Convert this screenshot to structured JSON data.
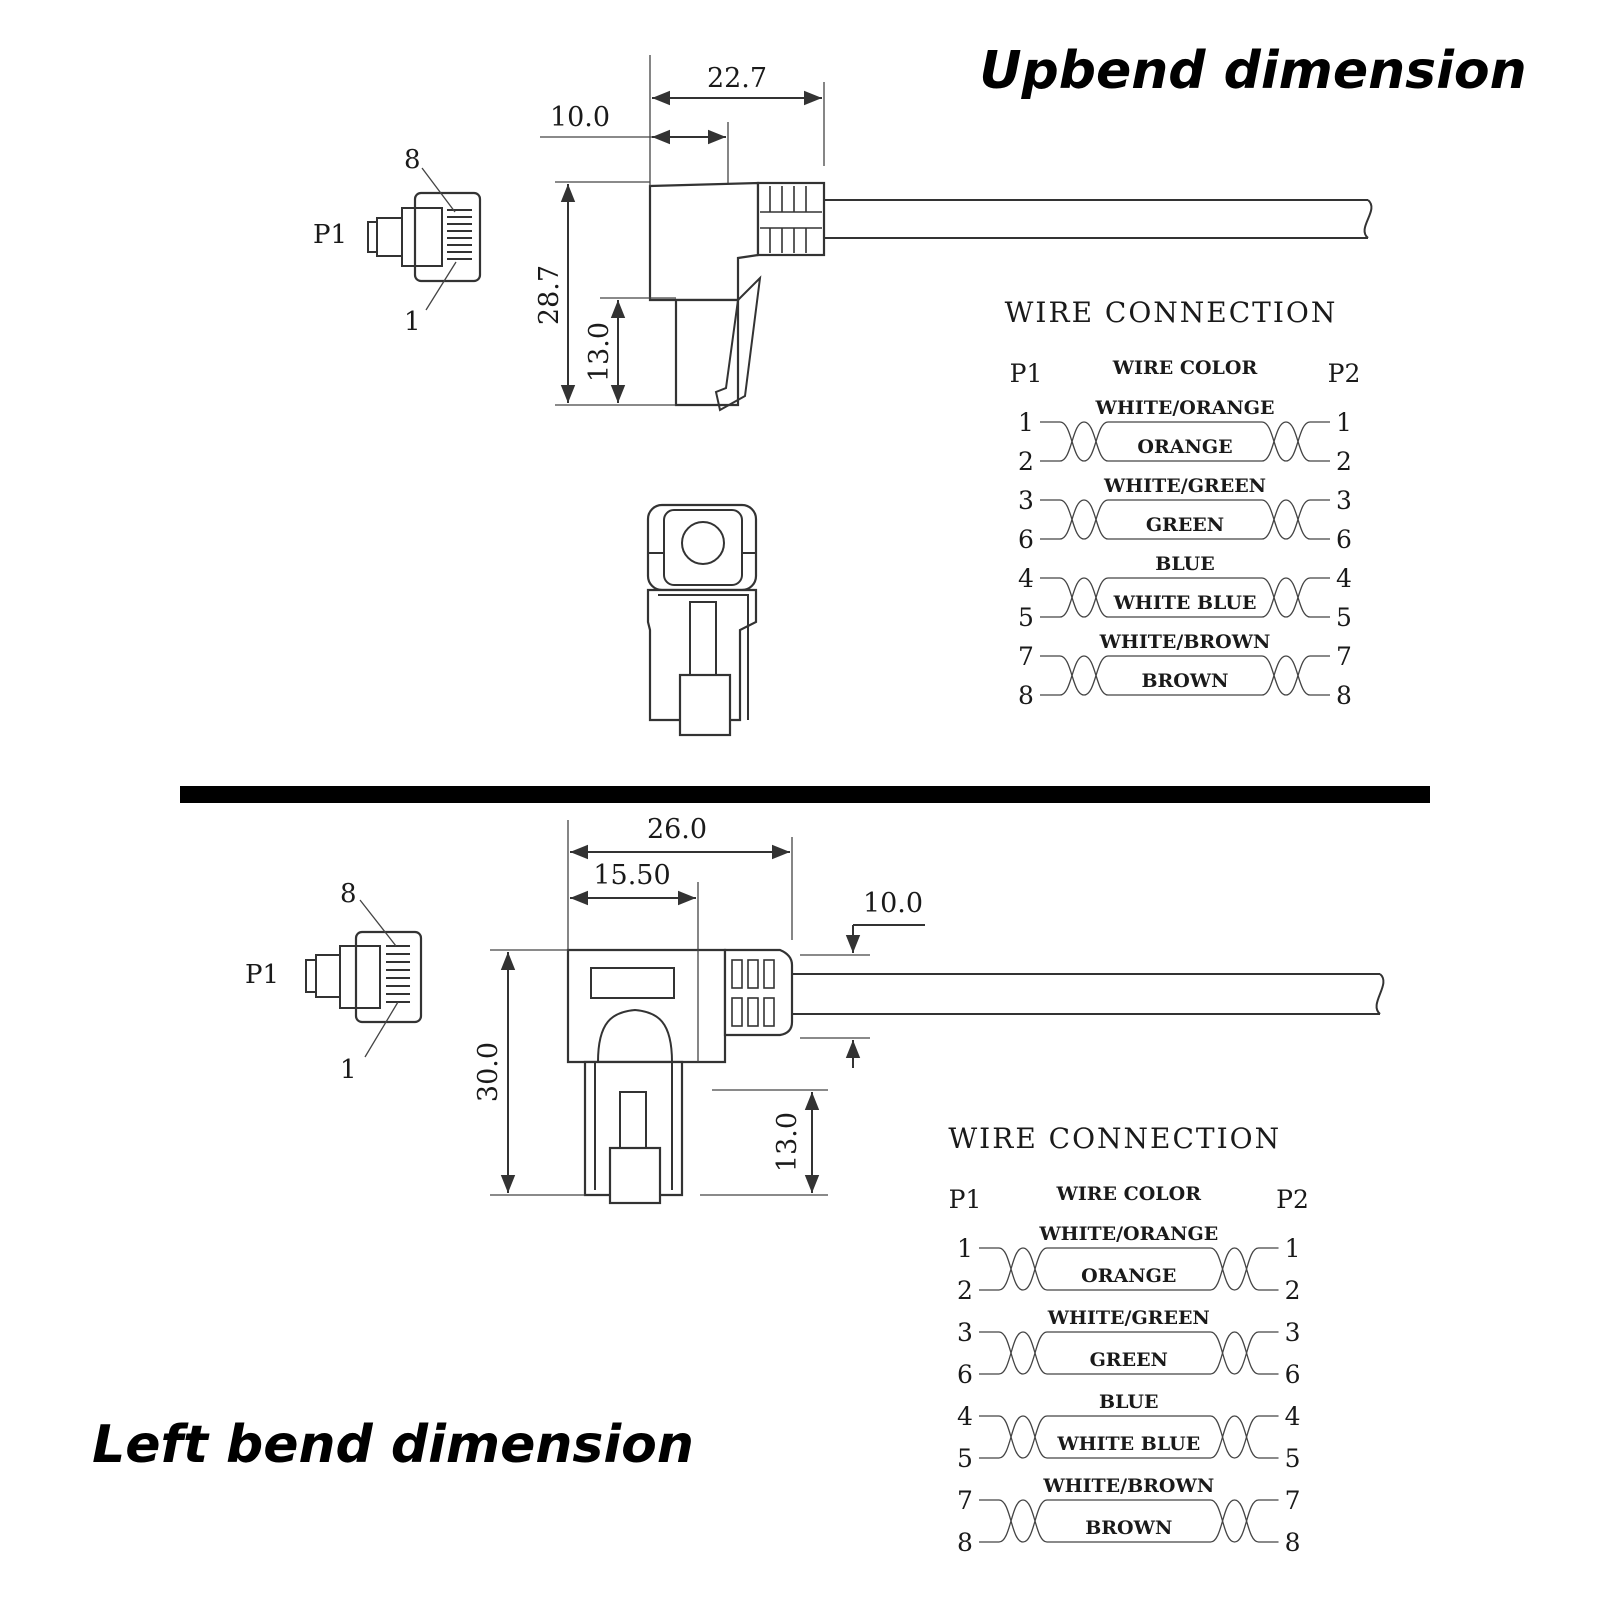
{
  "titles": {
    "upbend": "Upbend dimension",
    "leftbend": "Left bend dimension"
  },
  "upbend": {
    "plug_label": "P1",
    "pin_top": "8",
    "pin_bottom": "1",
    "dims": {
      "width_total": "22.7",
      "width_front": "10.0",
      "height_total": "28.7",
      "height_plug": "13.0"
    }
  },
  "leftbend": {
    "plug_label": "P1",
    "pin_top": "8",
    "pin_bottom": "1",
    "dims": {
      "width_total": "26.0",
      "width_front": "15.50",
      "cable_dia": "10.0",
      "height_total": "30.0",
      "height_plug": "13.0"
    }
  },
  "wiring": {
    "title": "WIRE CONNECTION",
    "color_header": "WIRE COLOR",
    "p1": "P1",
    "p2": "P2",
    "pairs": [
      {
        "pins": [
          "1",
          "2"
        ],
        "colors": [
          "WHITE/ORANGE",
          "ORANGE"
        ]
      },
      {
        "pins": [
          "3",
          "6"
        ],
        "colors": [
          "WHITE/GREEN",
          "GREEN"
        ]
      },
      {
        "pins": [
          "4",
          "5"
        ],
        "colors": [
          "BLUE",
          "WHITE BLUE"
        ]
      },
      {
        "pins": [
          "7",
          "8"
        ],
        "colors": [
          "WHITE/BROWN",
          "BROWN"
        ]
      }
    ]
  }
}
